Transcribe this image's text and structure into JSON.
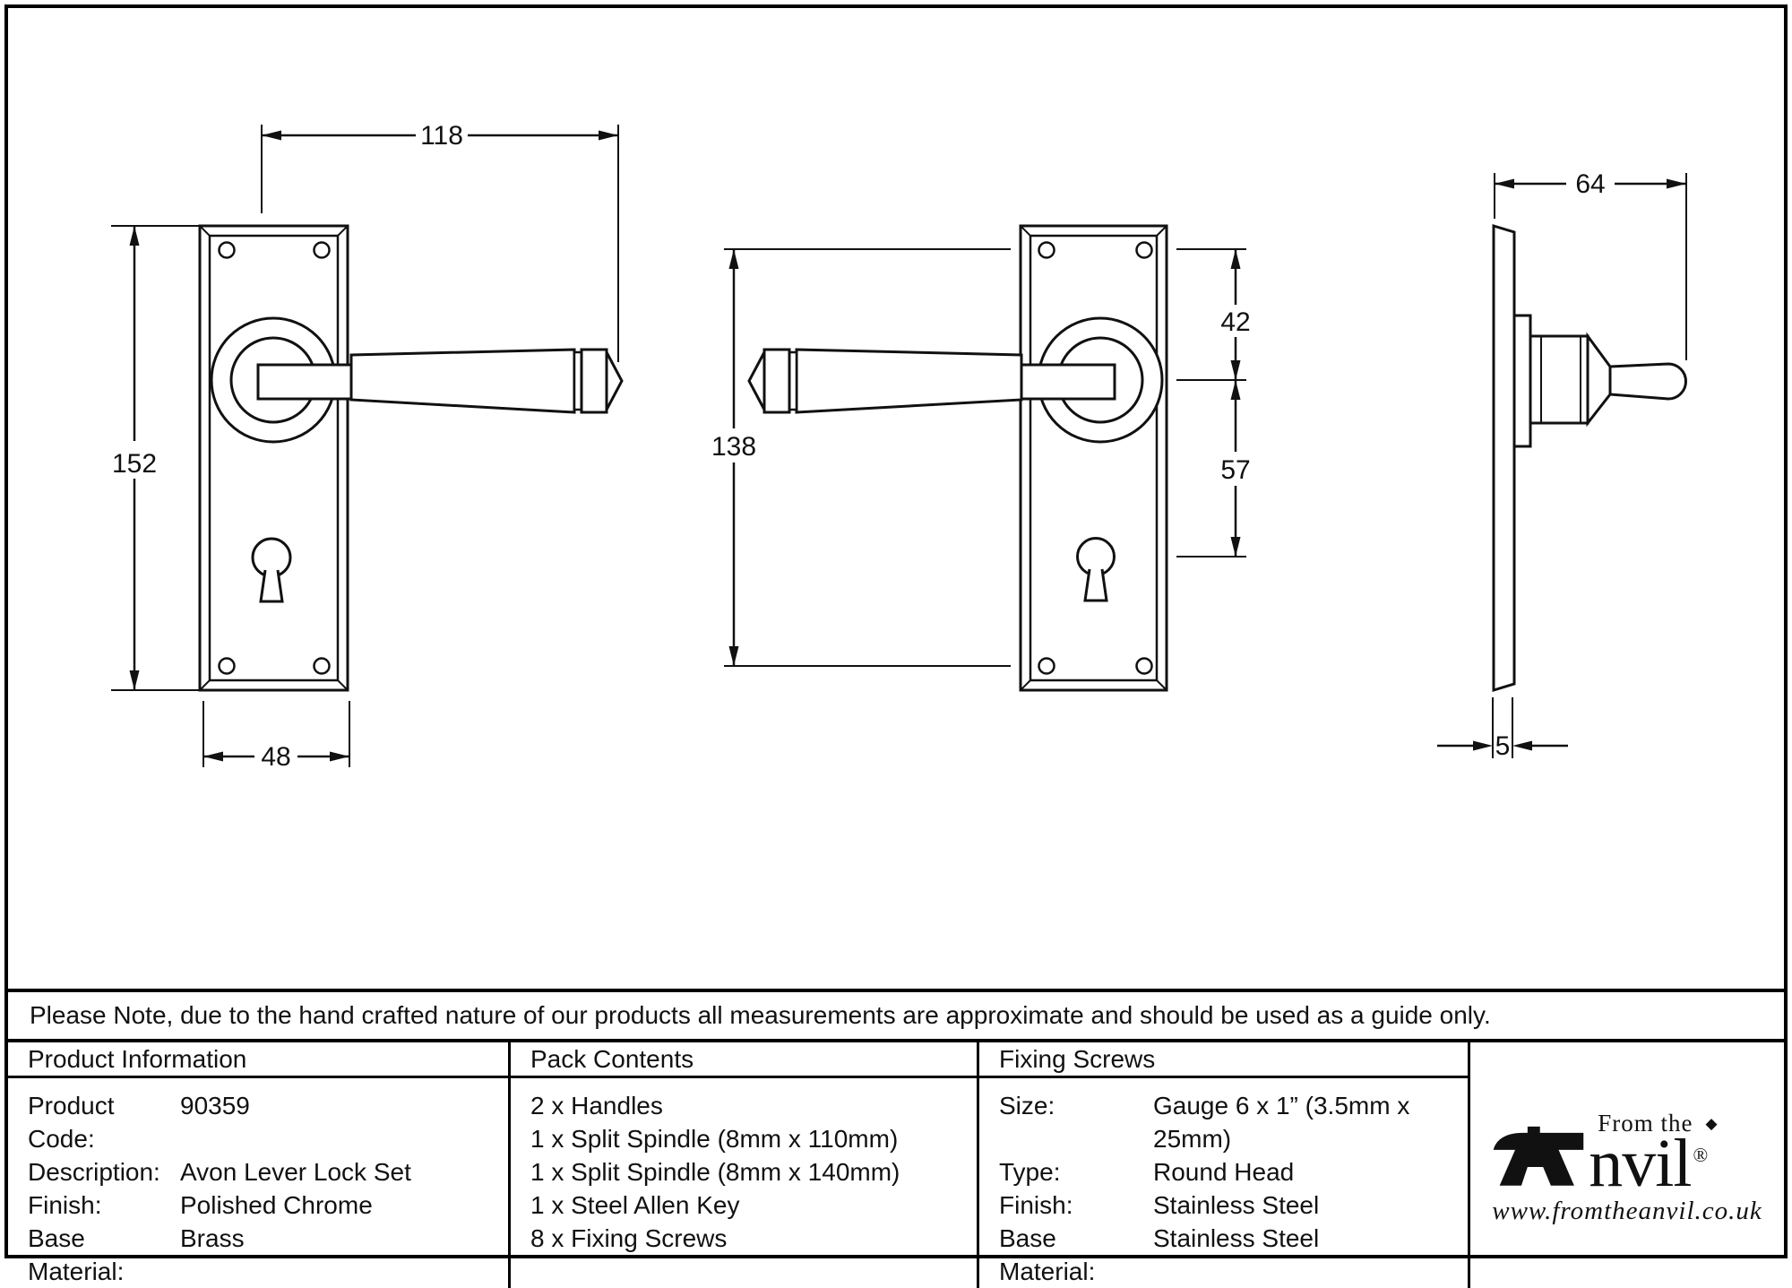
{
  "drawing": {
    "front_view": {
      "handle_length": "118",
      "plate_height": "152",
      "plate_width": "48"
    },
    "middle_view": {
      "fixing_centres": "138",
      "top_to_spindle": "42",
      "spindle_to_keyhole": "57"
    },
    "side_view": {
      "projection": "64",
      "plate_thickness": "5"
    }
  },
  "note": {
    "text": "Please Note, due to the hand crafted nature of our products all measurements are approximate and should be used as a guide only."
  },
  "table": {
    "product_information": {
      "header": "Product Information",
      "rows": [
        {
          "label": "Product Code:",
          "value": "90359"
        },
        {
          "label": "Description:",
          "value": "Avon Lever Lock Set"
        },
        {
          "label": "Finish:",
          "value": "Polished Chrome"
        },
        {
          "label": "Base Material:",
          "value": "Brass"
        }
      ]
    },
    "pack_contents": {
      "header": "Pack Contents",
      "items": [
        "2 x Handles",
        "1 x Split Spindle (8mm x 110mm)",
        "1 x Split Spindle (8mm x 140mm)",
        "1 x Steel Allen Key",
        "8 x Fixing Screws"
      ]
    },
    "fixing_screws": {
      "header": "Fixing Screws",
      "rows": [
        {
          "label": "Size:",
          "value": "Gauge 6 x 1” (3.5mm x 25mm)"
        },
        {
          "label": "Type:",
          "value": "Round Head"
        },
        {
          "label": "Finish:",
          "value": "Stainless Steel"
        },
        {
          "label": "Base Material:",
          "value": "Stainless Steel"
        }
      ]
    },
    "logo": {
      "text_small": "From the",
      "text_main": "nvil",
      "registered_mark": "®",
      "website": "www.fromtheanvil.co.uk"
    }
  }
}
